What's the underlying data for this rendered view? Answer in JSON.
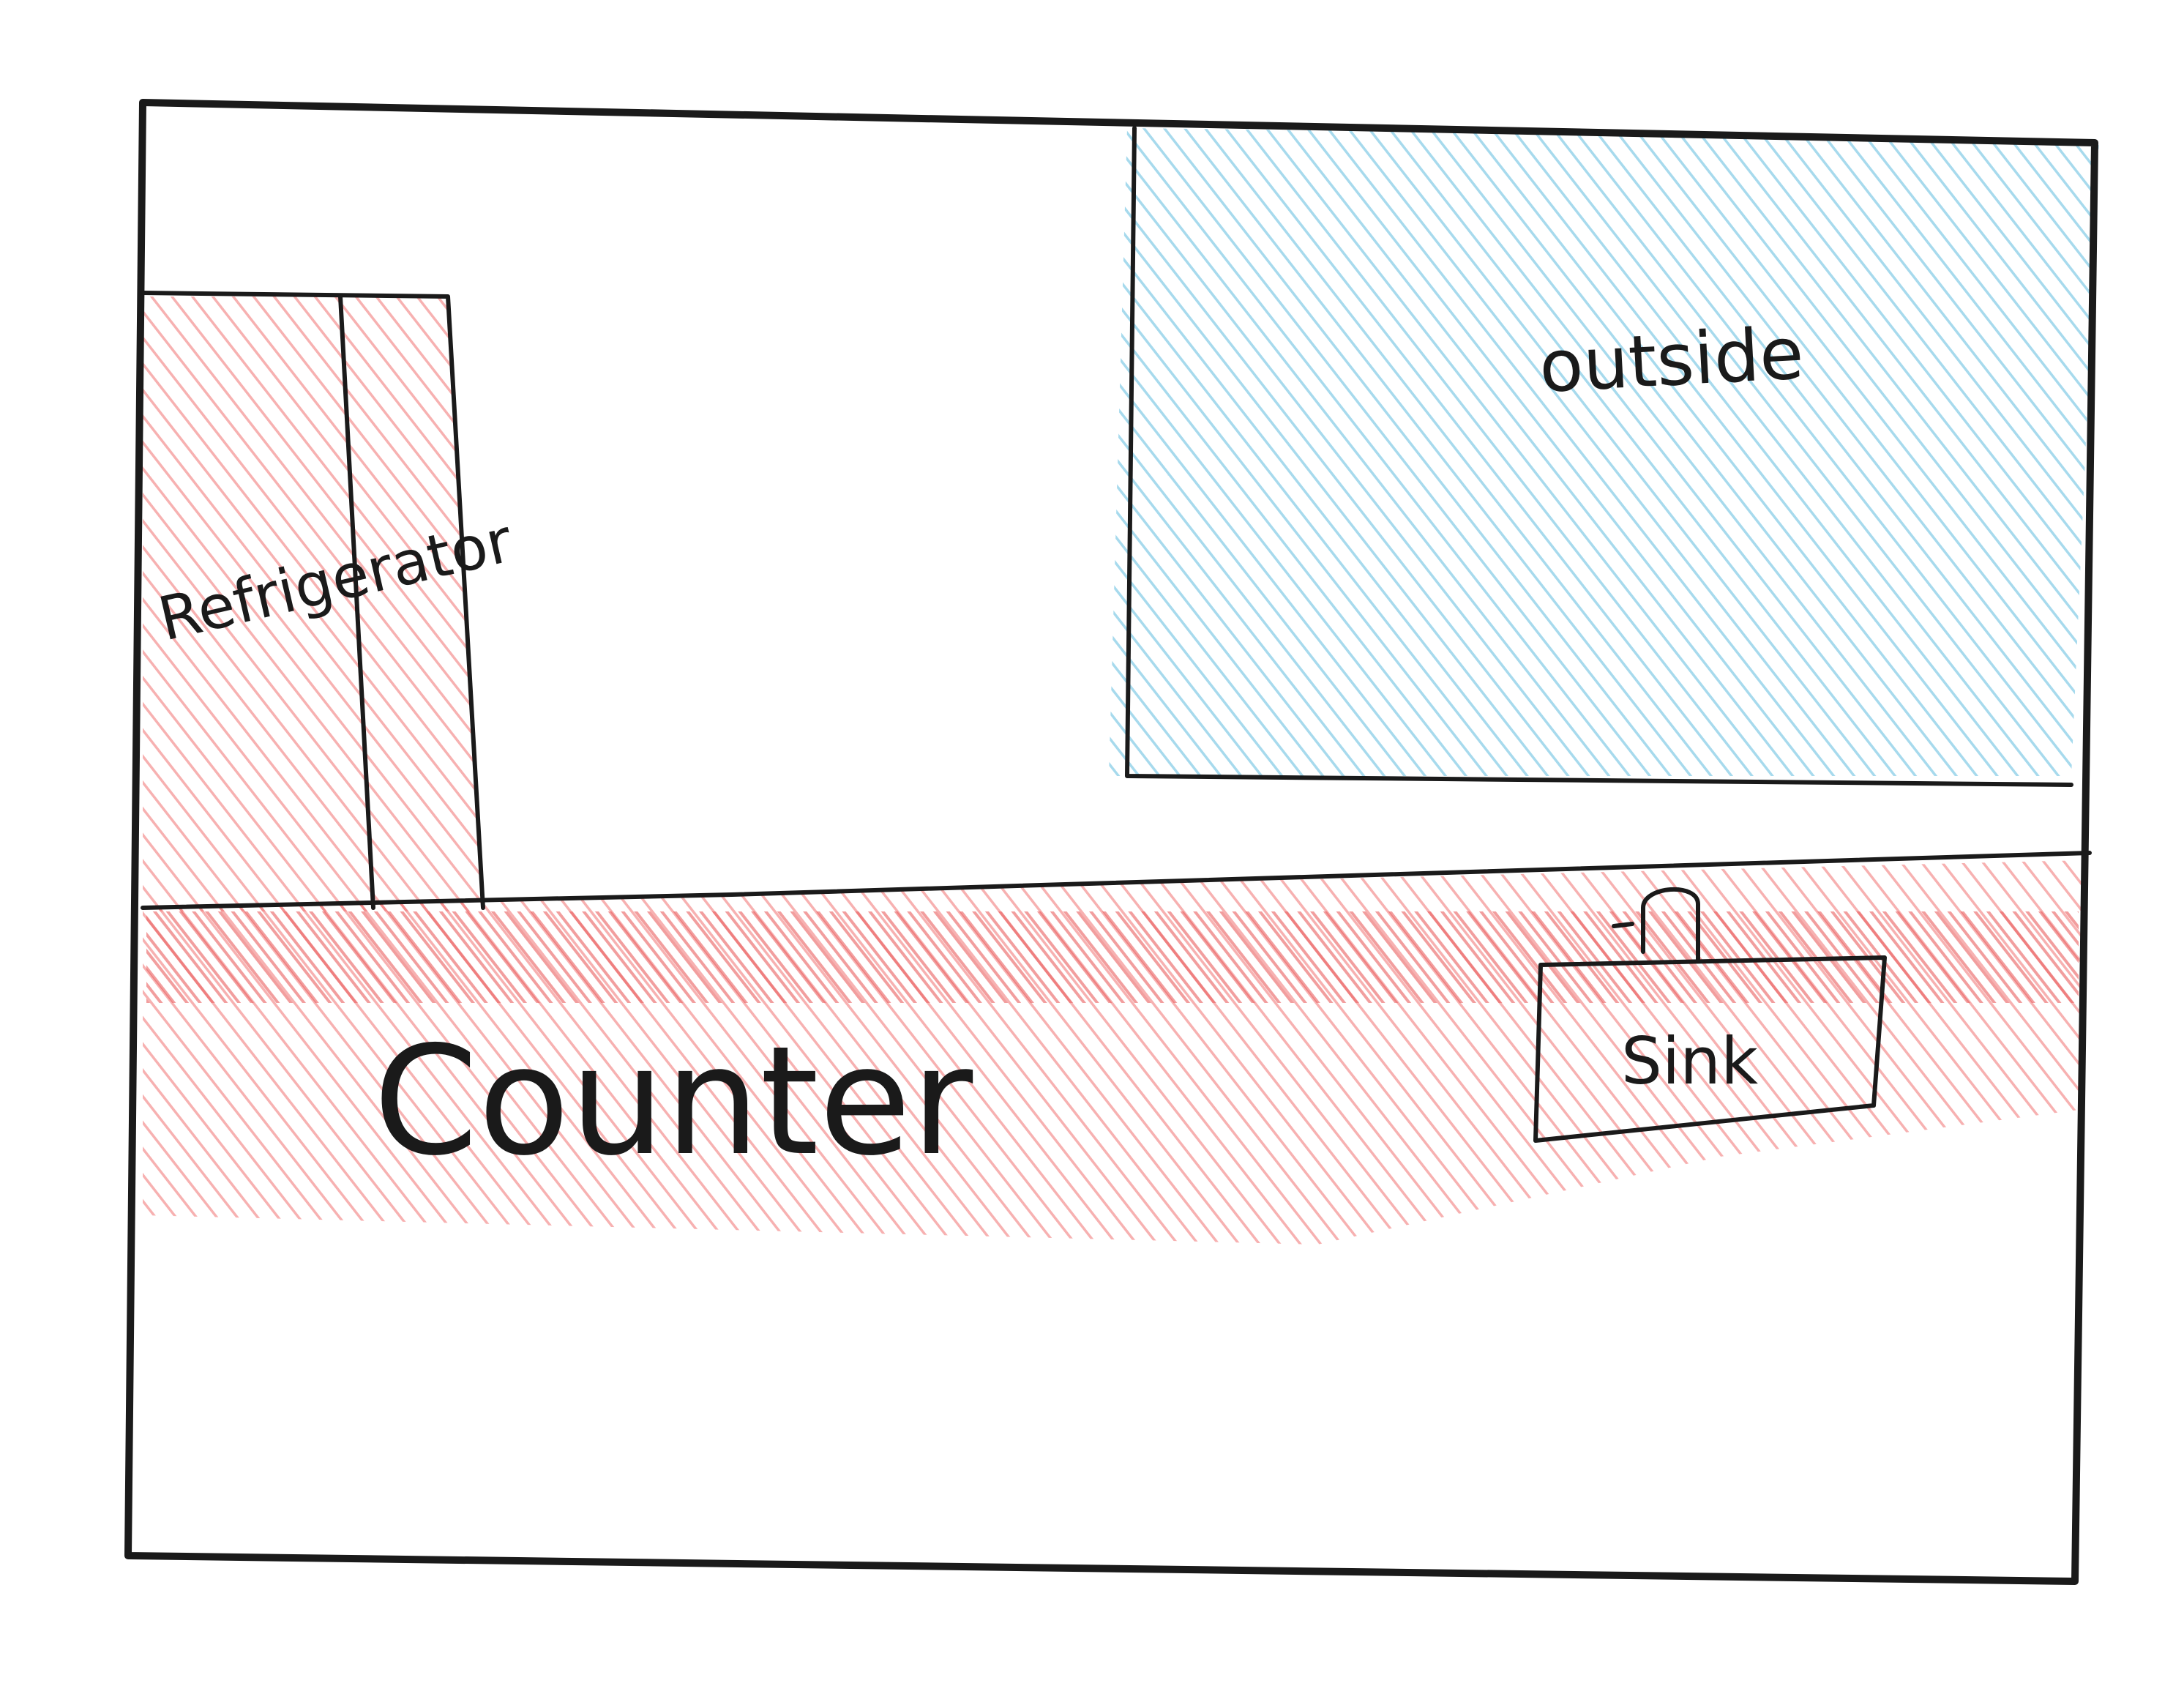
{
  "labels": {
    "refrigerator": "Refrigerator",
    "outside": "outside",
    "counter": "Counter",
    "sink": "Sink"
  },
  "colors": {
    "paper": "#ffffff",
    "ink": "#1a1a1a",
    "red_pencil": "#f07070",
    "blue_pencil": "#4fb6dc"
  }
}
